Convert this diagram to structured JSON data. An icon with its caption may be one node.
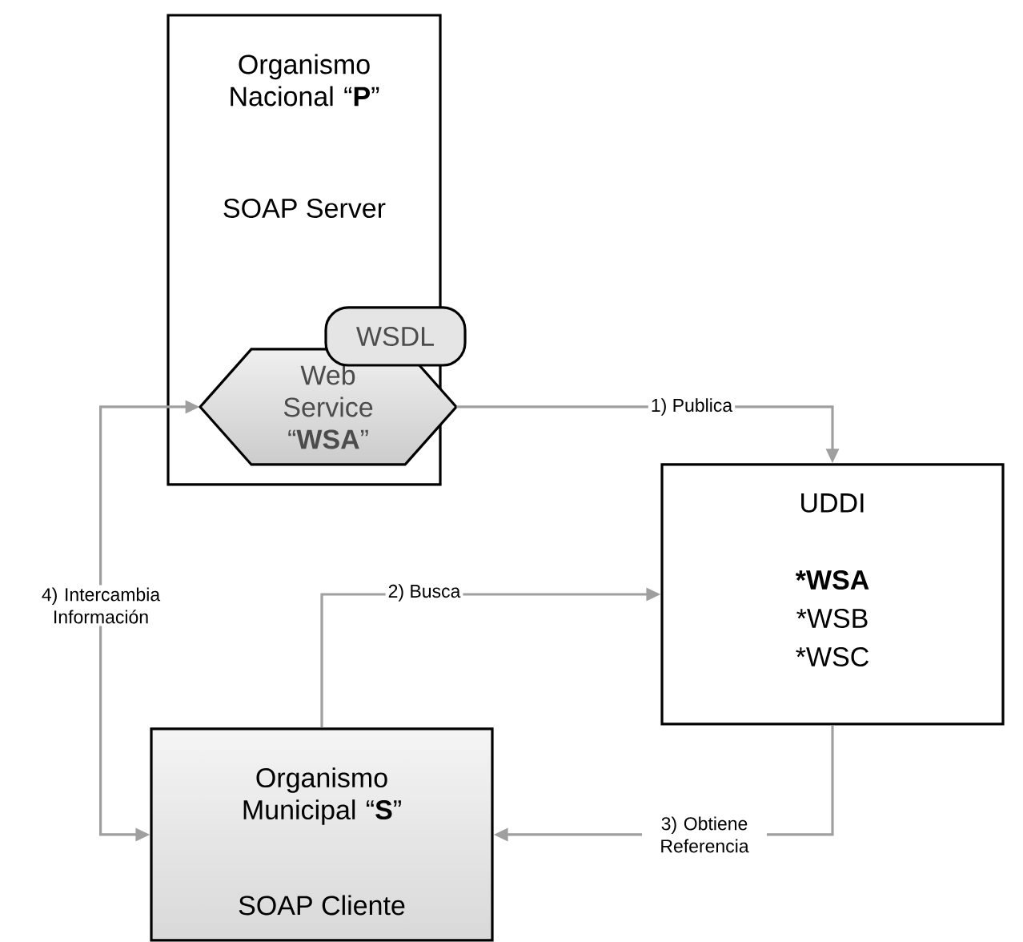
{
  "diagram": {
    "nodes": [
      {
        "text": [
          "Organismo Nacional “**P**”",
          "SOAP Server"
        ]
      },
      {
        "text": [
          "Web Service “**WSA**”"
        ],
        "in": 0
      },
      {
        "text": [
          "WSDL"
        ],
        "in": 0
      },
      {
        "text": [
          "UDDI",
          "*WSA",
          "*WSB",
          "*WSC"
        ]
      },
      {
        "text": [
          "Organismo Municipal “**S**”",
          "SOAP Cliente"
        ]
      }
    ],
    "edges": [
      {
        "from": 1,
        "to": 3,
        "arrow": "to",
        "label": "1) Publica"
      },
      {
        "from": 4,
        "to": 3,
        "arrow": "to",
        "label": "2) Busca"
      },
      {
        "from": 3,
        "to": 4,
        "arrow": "to",
        "label": "3) Obtiene Referencia"
      },
      {
        "from": 1,
        "to": 4,
        "arrow": "both",
        "label": "4) Intercambia Información"
      }
    ]
  }
}
